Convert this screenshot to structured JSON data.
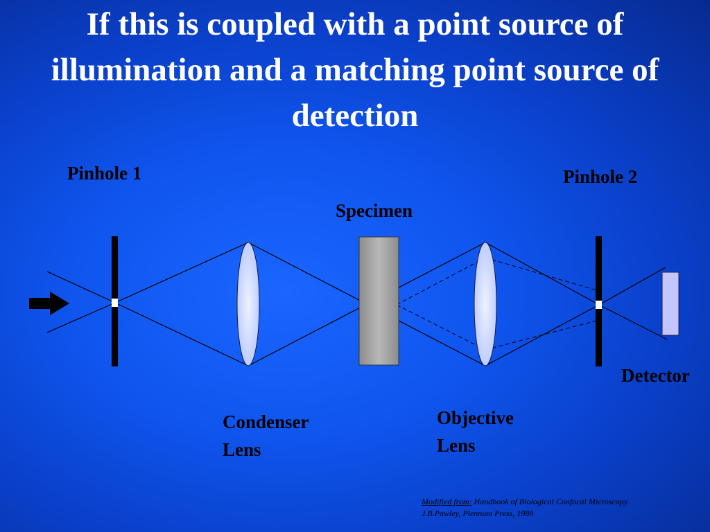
{
  "title": "If this is coupled with a point source of illumination and a matching point source of detection",
  "labels": {
    "pinhole1": "Pinhole 1",
    "pinhole2": "Pinhole 2",
    "specimen": "Specimen",
    "detector": "Detector",
    "condenser_line1": "Condenser",
    "condenser_line2": "Lens",
    "objective_line1": "Objective",
    "objective_line2": "Lens"
  },
  "citation": {
    "prefix": "Modified from:",
    "text": " Handbook of Biological Confocal Microscopy. J.B.Pawley, Plennum Press, 1989"
  },
  "colors": {
    "lens_fill": "#c8d6ff",
    "specimen_fill": "#a9a9a9",
    "detector_fill": "#c4c4ff",
    "ray_color": "#000000"
  },
  "icons": {
    "input_arrow": "right-arrow-icon"
  }
}
